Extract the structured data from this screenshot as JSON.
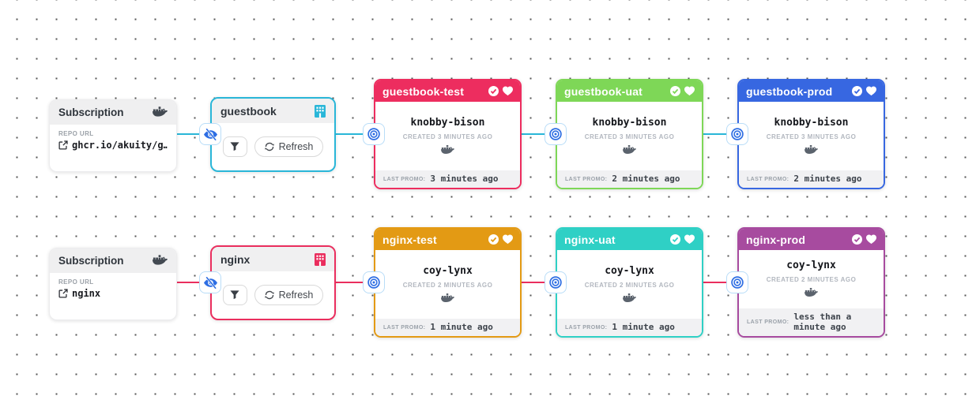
{
  "colors": {
    "background": "#ffffff",
    "grid_dot": "#555555",
    "node_icon_blue": "#2e6ee3",
    "node_border": "#b9ddf8",
    "card_header_gray": "#efeff0",
    "stage_footer_gray": "#f1f1f3"
  },
  "icons": {
    "docker": "docker-whale",
    "warehouse": "building",
    "filter": "funnel",
    "refresh": "sync-arrows",
    "external_link": "box-arrow-out",
    "hide_subscription": "eye-slash",
    "freight_node": "bullseye-target",
    "verified": "check-circle",
    "health": "heart"
  },
  "pipelines": [
    {
      "name": "guestbook",
      "color": "#29b6d8",
      "subscription": {
        "title": "Subscription",
        "repo_label": "REPO URL",
        "repo_value": "ghcr.io/akuity/g…"
      },
      "warehouse": {
        "name": "guestbook",
        "refresh_label": "Refresh"
      },
      "stages": [
        {
          "name": "guestbook-test",
          "color": "#ed2d5f",
          "freight_name": "knobby-bison",
          "created": "CREATED 3 MINUTES AGO",
          "promo_label": "LAST PROMO:",
          "promo_value": "3 minutes ago"
        },
        {
          "name": "guestbook-uat",
          "color": "#7ed757",
          "freight_name": "knobby-bison",
          "created": "CREATED 3 MINUTES AGO",
          "promo_label": "LAST PROMO:",
          "promo_value": "2 minutes ago"
        },
        {
          "name": "guestbook-prod",
          "color": "#3767e1",
          "freight_name": "knobby-bison",
          "created": "CREATED 3 MINUTES AGO",
          "promo_label": "LAST PROMO:",
          "promo_value": "2 minutes ago"
        }
      ]
    },
    {
      "name": "nginx",
      "color": "#ea2e5e",
      "subscription": {
        "title": "Subscription",
        "repo_label": "REPO URL",
        "repo_value": "nginx"
      },
      "warehouse": {
        "name": "nginx",
        "refresh_label": "Refresh"
      },
      "stages": [
        {
          "name": "nginx-test",
          "color": "#e39a14",
          "freight_name": "coy-lynx",
          "created": "CREATED 2 MINUTES AGO",
          "promo_label": "LAST PROMO:",
          "promo_value": "1 minute ago"
        },
        {
          "name": "nginx-uat",
          "color": "#2fd0c5",
          "freight_name": "coy-lynx",
          "created": "CREATED 2 MINUTES AGO",
          "promo_label": "LAST PROMO:",
          "promo_value": "1 minute ago"
        },
        {
          "name": "nginx-prod",
          "color": "#a74b9f",
          "freight_name": "coy-lynx",
          "created": "CREATED 2 MINUTES AGO",
          "promo_label": "LAST PROMO:",
          "promo_value": "less than a minute ago"
        }
      ]
    }
  ]
}
